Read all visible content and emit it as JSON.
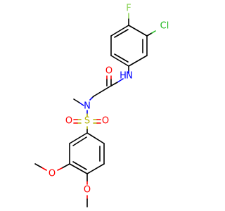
{
  "atoms": {
    "f": "F",
    "cl": "Cl",
    "nh": "H",
    "n_amide": "N",
    "o_carbonyl": "O",
    "n_sulfonamide": "N",
    "s": "S",
    "o_sulfonyl_left": "O",
    "o_sulfonyl_right": "O",
    "o_methoxy_3": "O",
    "o_methoxy_4": "O"
  },
  "colors": {
    "carbon": "#000000",
    "nitrogen": "#0000ff",
    "oxygen": "#ff0000",
    "sulfur": "#b3b300",
    "fluorine": "#8fd45c",
    "chlorine": "#1fb91f"
  }
}
